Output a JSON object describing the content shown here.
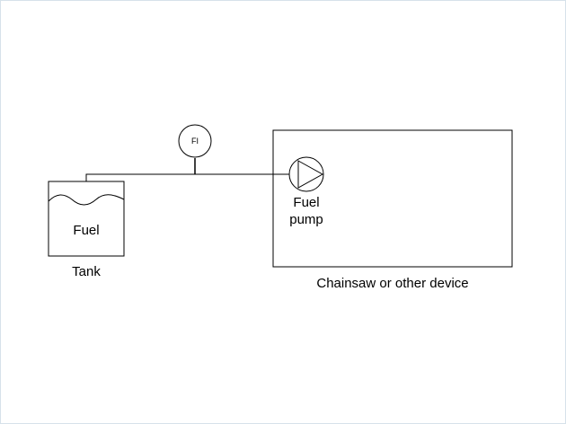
{
  "diagram": {
    "tank": {
      "content_label": "Fuel",
      "caption": "Tank"
    },
    "flow_indicator": {
      "label": "FI"
    },
    "pump": {
      "label_line1": "Fuel",
      "label_line2": "pump"
    },
    "device": {
      "caption": "Chainsaw or other device"
    }
  },
  "colors": {
    "stroke": "#000000",
    "background": "#ffffff",
    "frame_border": "#d6e2ea"
  }
}
